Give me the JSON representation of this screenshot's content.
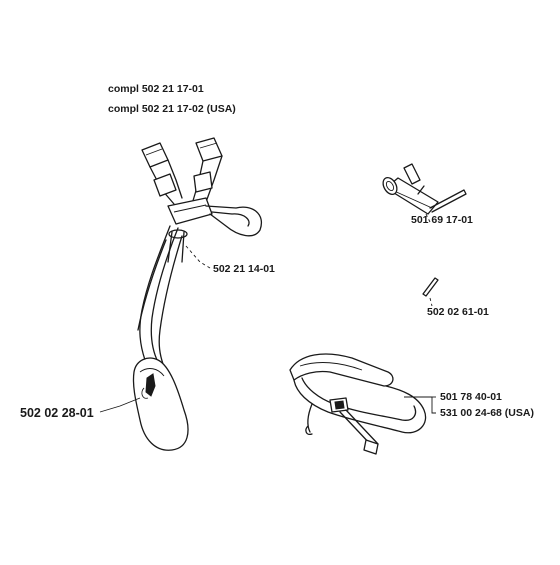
{
  "parts": [
    {
      "id": "harness",
      "label_line1": "compl 502 21 17-01",
      "label_line2": "compl 502 21 17-02 (USA)"
    },
    {
      "id": "hip_pad_ring",
      "label": "502 21 14-01"
    },
    {
      "id": "hip_pad",
      "label": "502 02 28-01"
    },
    {
      "id": "combination_wrench",
      "label": "501 69  17-01"
    },
    {
      "id": "pin",
      "label": "502 02 61-01"
    },
    {
      "id": "shoulder_strap",
      "label_line1": "501 78 40-01",
      "label_line2": "531 00 24-68 (USA)"
    }
  ]
}
